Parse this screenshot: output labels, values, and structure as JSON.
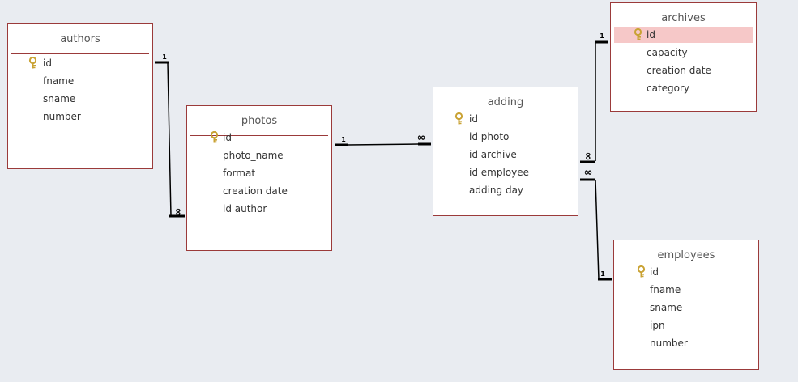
{
  "tables": {
    "authors": {
      "title": "authors",
      "fields": [
        {
          "name": "id",
          "key": true
        },
        {
          "name": "fname",
          "key": false
        },
        {
          "name": "sname",
          "key": false
        },
        {
          "name": "number",
          "key": false
        }
      ]
    },
    "photos": {
      "title": "photos",
      "fields": [
        {
          "name": "id",
          "key": true
        },
        {
          "name": "photo_name",
          "key": false
        },
        {
          "name": "format",
          "key": false
        },
        {
          "name": "creation date",
          "key": false
        },
        {
          "name": "id author",
          "key": false
        }
      ]
    },
    "adding": {
      "title": "adding",
      "fields": [
        {
          "name": "id",
          "key": true
        },
        {
          "name": "id photo",
          "key": false
        },
        {
          "name": "id archive",
          "key": false
        },
        {
          "name": "id employee",
          "key": false
        },
        {
          "name": "adding day",
          "key": false
        }
      ]
    },
    "archives": {
      "title": "archives",
      "fields": [
        {
          "name": "id",
          "key": true,
          "selected": true
        },
        {
          "name": "capacity",
          "key": false
        },
        {
          "name": "creation date",
          "key": false
        },
        {
          "name": "category",
          "key": false
        }
      ]
    },
    "employees": {
      "title": "employees",
      "fields": [
        {
          "name": "id",
          "key": true
        },
        {
          "name": "fname",
          "key": false
        },
        {
          "name": "sname",
          "key": false
        },
        {
          "name": "ipn",
          "key": false
        },
        {
          "name": "number",
          "key": false
        }
      ]
    }
  },
  "relationships": [
    {
      "from": "authors.id",
      "to": "photos.id author",
      "one_label": "1",
      "many_label": "∞"
    },
    {
      "from": "photos.id",
      "to": "adding.id photo",
      "one_label": "1",
      "many_label": "∞"
    },
    {
      "from": "archives.id",
      "to": "adding.id archive",
      "one_label": "1",
      "many_label": "∞"
    },
    {
      "from": "employees.id",
      "to": "adding.id employee",
      "one_label": "1",
      "many_label": "∞"
    }
  ],
  "colors": {
    "background": "#e9ecf1",
    "table_border": "#9b3a3a",
    "selected_row": "#f6c8c8",
    "key_icon": "#c9a233",
    "relationship_line": "#000000"
  }
}
